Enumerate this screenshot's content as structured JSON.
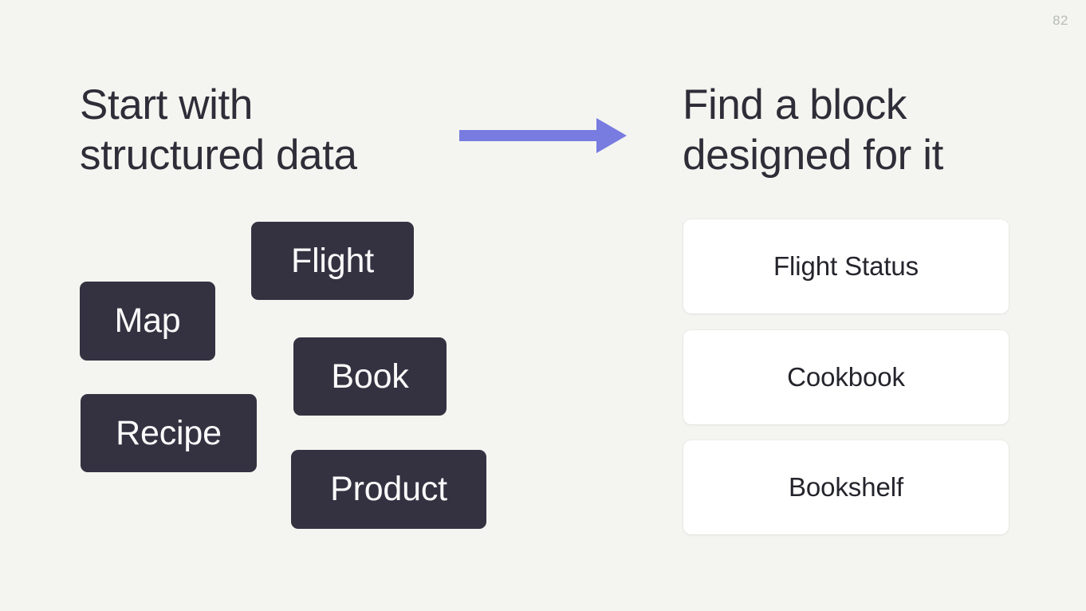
{
  "slide": {
    "page_number": "82",
    "background_color": "#f4f5f0",
    "text_color": "#2e2d38"
  },
  "left_panel": {
    "heading": "Start with\nstructured data",
    "chip_bg_color": "#343241",
    "chip_text_color": "#fafafa",
    "chips": [
      {
        "label": "Map"
      },
      {
        "label": "Flight"
      },
      {
        "label": "Book"
      },
      {
        "label": "Recipe"
      },
      {
        "label": "Product"
      }
    ]
  },
  "arrow": {
    "name": "right-arrow-icon",
    "color": "#787ce0",
    "direction": "right"
  },
  "right_panel": {
    "heading": "Find a block\ndesigned for it",
    "card_bg_color": "#ffffff",
    "card_text_color": "#24242c",
    "cards": [
      {
        "label": "Flight Status"
      },
      {
        "label": "Cookbook"
      },
      {
        "label": "Bookshelf"
      }
    ]
  }
}
